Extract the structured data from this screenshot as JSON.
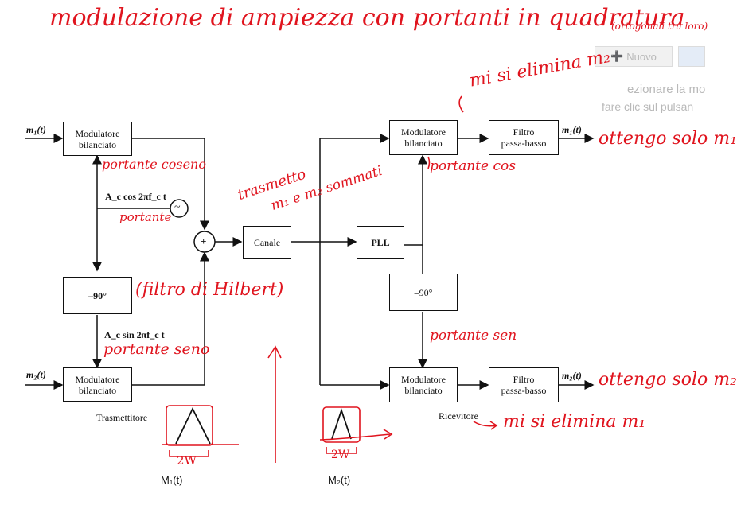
{
  "annotations": {
    "title": "modulazione di ampiezza con portanti in quadratura",
    "title_note": "(ortogonali tra loro)",
    "carrier_cos": "portante coseno",
    "carrier_label": "portante",
    "hilbert_note": "(filtro di Hilbert)",
    "carrier_sin": "portante seno",
    "transmit_note_1": "trasmetto",
    "transmit_note_2": "m₁ e m₂ sommati",
    "eliminate_m2": "mi si elimina m₂",
    "carrier_cos_rx": "portante cos",
    "carrier_sin_rx": "portante sen",
    "only_m1": "ottengo solo m₁",
    "only_m2": "ottengo solo m₂",
    "eliminate_m1": "mi si elimina m₁",
    "bandwidth_1": "2W",
    "bandwidth_2": "2W"
  },
  "background_ui": {
    "new_button": "Nuovo",
    "text_line_1": "ezionare la mo",
    "text_line_2": "fare clic sul pulsan"
  },
  "transmitter": {
    "input_1": "m₁(t)",
    "input_2": "m₂(t)",
    "modulator_1": "Modulatore\nbilanciato",
    "modulator_2": "Modulatore\nbilanciato",
    "osc_label": "A_c cos 2πf_c t",
    "phase_shift": "–90°",
    "sin_label": "A_c sin 2πf_c t",
    "adder": "+",
    "osc_symbol": "~",
    "caption": "Trasmettitore"
  },
  "channel": {
    "label": "Canale"
  },
  "receiver": {
    "pll": "PLL",
    "modulator_1": "Modulatore\nbilanciato",
    "modulator_2": "Modulatore\nbilanciato",
    "filter_1": "Filtro\npassa-basso",
    "filter_2": "Filtro\npassa-basso",
    "phase_shift": "–90°",
    "output_1": "m₁(t)",
    "output_2": "m₂(t)",
    "caption": "Ricevitore"
  },
  "spectra": {
    "label_1": "M₁(t)",
    "label_2": "M₂(t)"
  }
}
